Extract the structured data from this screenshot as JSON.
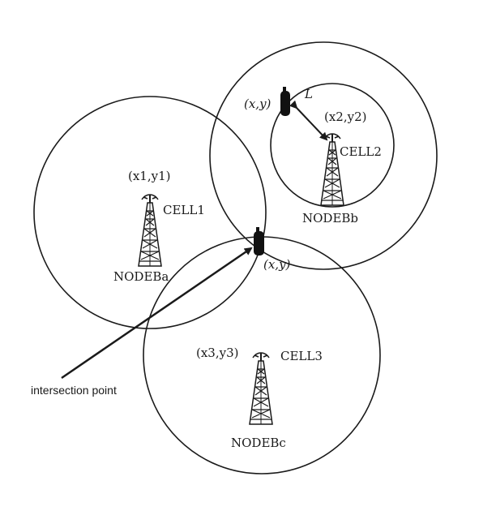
{
  "cells": [
    {
      "cell_label": "CELL1",
      "node_label": "NODEBa",
      "coord_label": "(x1,y1)"
    },
    {
      "cell_label": "CELL2",
      "node_label": "NODEBb",
      "coord_label": "(x2,y2)"
    },
    {
      "cell_label": "CELL3",
      "node_label": "NODEBc",
      "coord_label": "(x3,y3)"
    }
  ],
  "mobile_labels": {
    "upper": "(x,y)",
    "intersection": "(x,y)"
  },
  "distance_label": "L",
  "annotation": "intersection point",
  "colors": {
    "stroke": "#1a1a1a",
    "background": "#ffffff"
  }
}
